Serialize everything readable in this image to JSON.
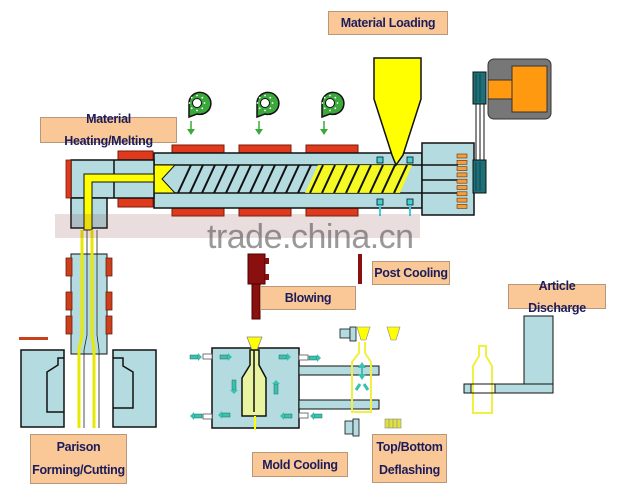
{
  "title": "Extrusion Blow Molding Process",
  "labels": {
    "material_loading": "Material Loading",
    "material_heating": "Material Heating/Melting",
    "blowing": "Blowing",
    "post_cooling": "Post Cooling",
    "article_discharge": "Article Discharge",
    "parison_line1": "Parison",
    "parison_line2": "Forming/Cutting",
    "mold_cooling": "Mold Cooling",
    "deflashing_line1": "Top/Bottom",
    "deflashing_line2": "Deflashing"
  },
  "watermark": "trade.china.cn",
  "colors": {
    "label_fill": "#f9c896",
    "label_text": "#1c1c5c",
    "barrel": "#b4dce0",
    "heater": "#e03a1c",
    "material": "#ffff00",
    "fan": "#3aa83a",
    "motor_frame": "#777777",
    "motor": "#ff9a10",
    "belt": "#1f6f78",
    "blow_pin": "#8a1010",
    "coolant": "#3cc0b0"
  },
  "icons": {
    "fan": "cooling-fan-icon",
    "arrow": "flow-arrow-icon",
    "hopper": "hopper-icon",
    "motor": "motor-icon",
    "bottle": "bottle-icon"
  }
}
